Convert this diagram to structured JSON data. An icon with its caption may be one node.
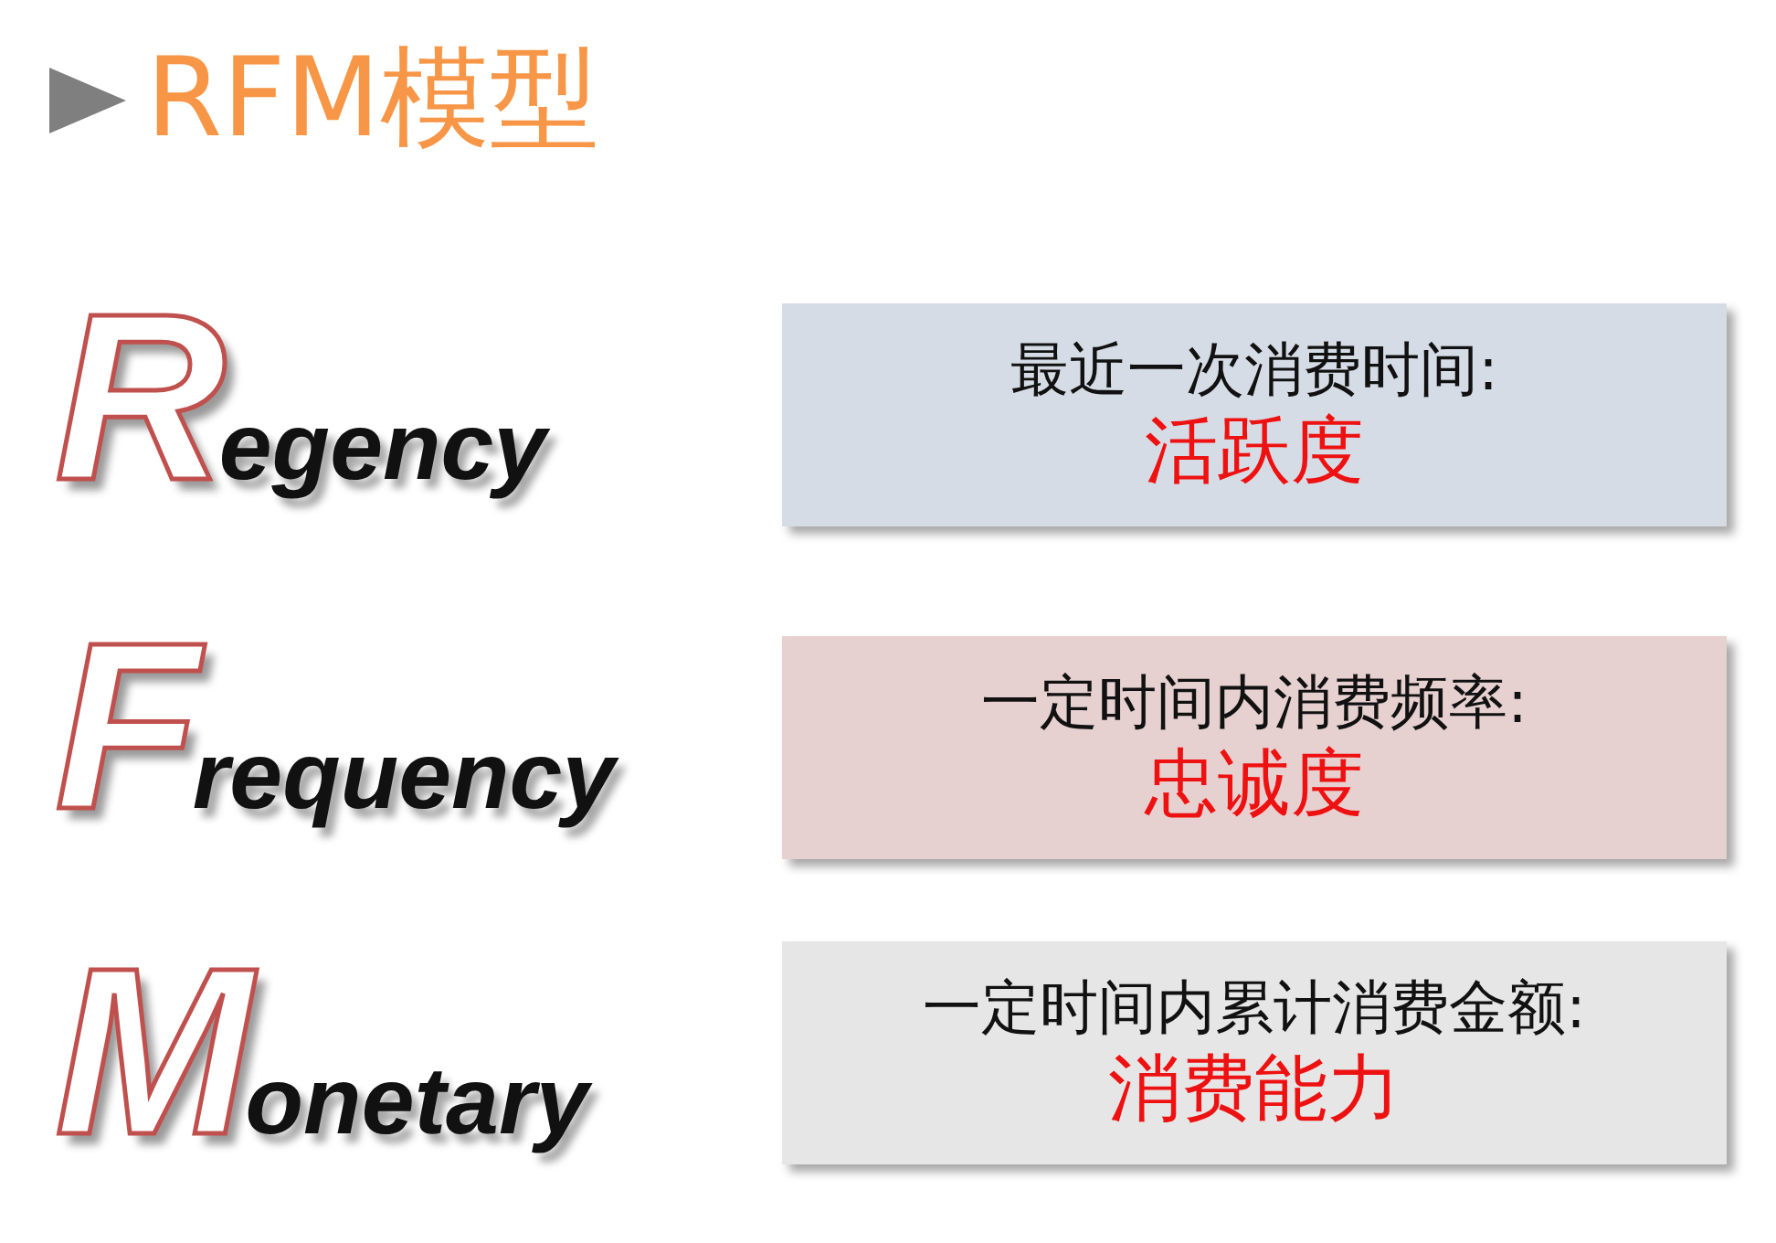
{
  "diagram": {
    "title": "RFM模型",
    "nodes": [
      {
        "text": [
          "最近一次消费时间:",
          "活跃度"
        ]
      },
      {
        "text": [
          "一定时间内消费频率:",
          "忠诚度"
        ]
      },
      {
        "text": [
          "一定时间内累计消费金额:",
          "消费能力"
        ]
      }
    ],
    "labels": [
      "Regency",
      "Frequency",
      "Monetary"
    ]
  }
}
